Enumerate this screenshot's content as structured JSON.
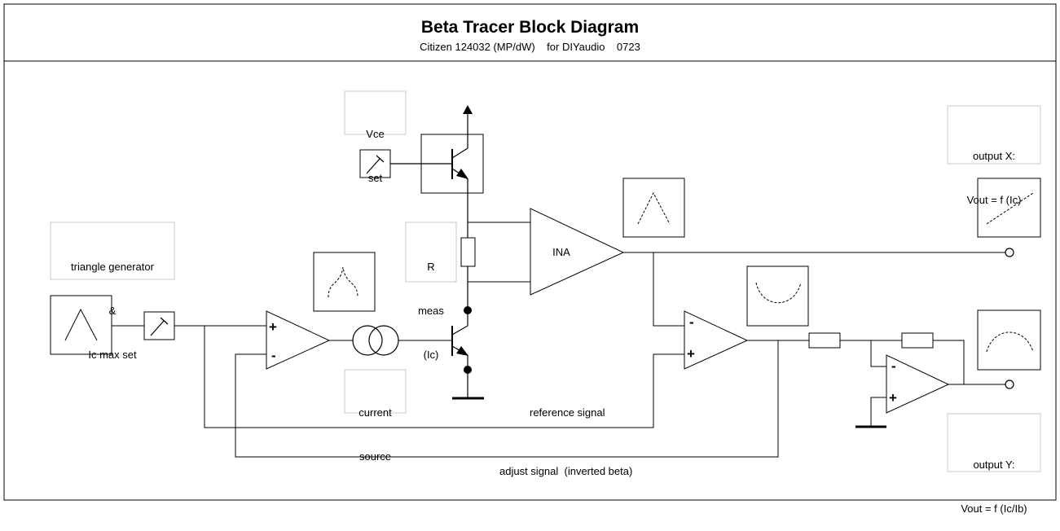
{
  "header": {
    "title": "Beta Tracer Block Diagram",
    "subtitle": "Citizen 124032 (MP/dW)    for DIYaudio    0723"
  },
  "labels": {
    "vce_line1": "Vce",
    "vce_line2": "set",
    "triangle_line1": "triangle generator",
    "triangle_line2": "&",
    "triangle_line3": "Ic max set",
    "rmeas_line1": "R",
    "rmeas_line2": "meas",
    "rmeas_line3": "(Ic)",
    "current_source_line1": "current",
    "current_source_line2": "source",
    "ina": "INA",
    "output_x_line1": "output X:",
    "output_x_line2": "Vout = f (Ic)",
    "output_y_line1": "output Y:",
    "output_y_line2": "Vout = f (Ic/Ib)",
    "reference_signal": "reference signal",
    "adjust_signal": "adjust signal  (inverted beta)",
    "opamp1_plus": "+",
    "opamp1_minus": "-",
    "opamp2_minus": "-",
    "opamp2_plus": "+",
    "opamp3_minus": "-",
    "opamp3_plus": "+"
  },
  "colors": {
    "line": "#000000",
    "label_box_border": "#c8c8c8",
    "frame": "#000000"
  }
}
